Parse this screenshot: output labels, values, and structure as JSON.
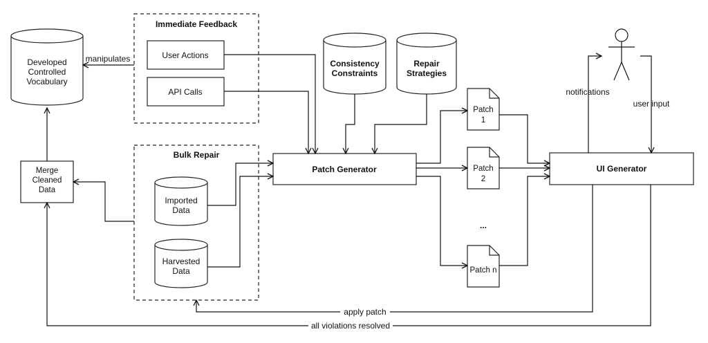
{
  "nodes": {
    "vocabulary": [
      "Developed",
      "Controlled",
      "Vocabulary"
    ],
    "merge": [
      "Merge",
      "Cleaned",
      "Data"
    ],
    "user_actions": "User Actions",
    "api_calls": "API Calls",
    "imported": [
      "Imported",
      "Data"
    ],
    "harvested": [
      "Harvested",
      "Data"
    ],
    "consistency": [
      "Consistency",
      "Constraints"
    ],
    "repair": [
      "Repair",
      "Strategies"
    ],
    "patch_generator": "Patch Generator",
    "patch1": [
      "Patch",
      "1"
    ],
    "patch2": [
      "Patch",
      "2"
    ],
    "patch_ellipsis": "...",
    "patchn": "Patch n",
    "ui_generator": "UI Generator"
  },
  "groups": {
    "immediate_feedback": "Immediate Feedback",
    "bulk_repair": "Bulk Repair"
  },
  "edges": {
    "manipulates": "manipulates",
    "notifications": "notifications",
    "user_input": "user input",
    "apply_patch": "apply patch",
    "all_violations_resolved": "all violations resolved"
  },
  "colors": {
    "stroke": "#222222",
    "fill": "#ffffff"
  }
}
